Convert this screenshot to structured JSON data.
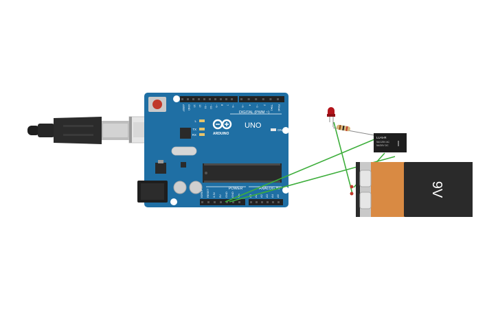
{
  "arduino": {
    "brand_label": "ARDUINO",
    "model_label": "UNO",
    "digital_header_label": "DIGITAL (PWM ~)",
    "power_label": "POWER",
    "analog_label": "ANALOG IN",
    "led_l_label": "L",
    "led_tx_label": "TX",
    "led_rx_label": "RX",
    "on_label": "ON",
    "digital_pins": [
      "AREF",
      "GND",
      "13",
      "12",
      "~11",
      "~10",
      "~9",
      "8",
      "7",
      "~6",
      "~5",
      "4",
      "~3",
      "2",
      "TX▸1",
      "RX◂0"
    ],
    "power_pins": [
      "IOREF",
      "RESET",
      "3.3V",
      "5V",
      "GND",
      "GND",
      "Vin"
    ],
    "analog_pins": [
      "A0",
      "A1",
      "A2",
      "A3",
      "A4",
      "A5"
    ]
  },
  "relay": {
    "model_label": "LU-5-R",
    "rating_line1": "5A/125V AC",
    "rating_line2": "5A/30V DC"
  },
  "battery": {
    "voltage_label": "9V"
  },
  "colors": {
    "board": "#1f6fa4",
    "wire": "#3dae3b",
    "battery_orange": "#d98a43",
    "battery_black": "#2a2a2a",
    "led_red": "#b3141b"
  }
}
